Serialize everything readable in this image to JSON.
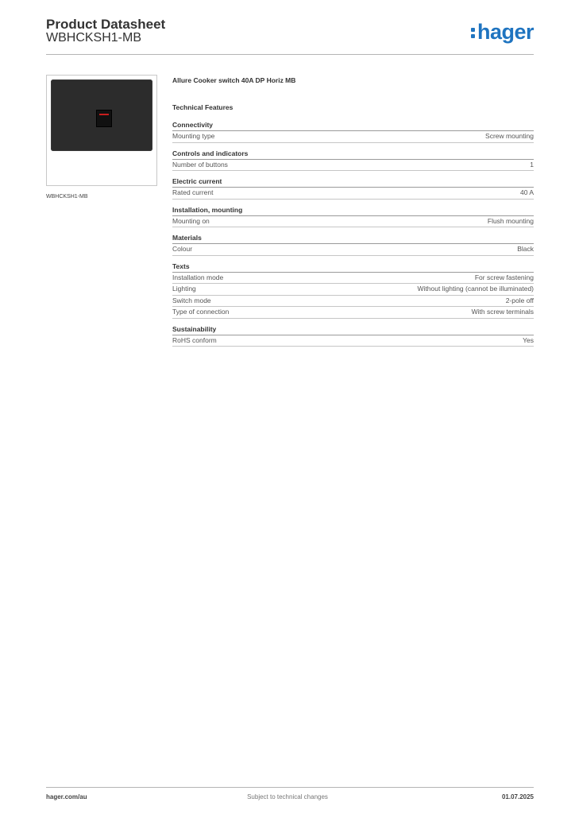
{
  "header": {
    "title": "Product Datasheet",
    "code": "WBHCKSH1-MB",
    "logo_text": "hager",
    "brand_color": "#1f74c0"
  },
  "image": {
    "caption": "WBHCKSH1-MB",
    "plate_color": "#2c2c2c",
    "led_color": "#c81e1e"
  },
  "product_name": "Allure Cooker switch 40A DP  Horiz MB",
  "features_heading": "Technical Features",
  "groups": [
    {
      "title": "Connectivity",
      "rows": [
        {
          "label": "Mounting type",
          "value": "Screw mounting"
        }
      ]
    },
    {
      "title": "Controls and indicators",
      "rows": [
        {
          "label": "Number of buttons",
          "value": "1"
        }
      ]
    },
    {
      "title": "Electric current",
      "rows": [
        {
          "label": "Rated current",
          "value": "40 A"
        }
      ]
    },
    {
      "title": "Installation, mounting",
      "rows": [
        {
          "label": "Mounting on",
          "value": "Flush mounting"
        }
      ]
    },
    {
      "title": "Materials",
      "rows": [
        {
          "label": "Colour",
          "value": "Black"
        }
      ]
    },
    {
      "title": "Texts",
      "rows": [
        {
          "label": "Installation mode",
          "value": "For screw fastening"
        },
        {
          "label": "Lighting",
          "value": "Without lighting (cannot be illuminated)"
        },
        {
          "label": "Switch mode",
          "value": "2-pole off"
        },
        {
          "label": "Type of connection",
          "value": "With screw terminals"
        }
      ]
    },
    {
      "title": "Sustainability",
      "rows": [
        {
          "label": "RoHS conform",
          "value": "Yes"
        }
      ]
    }
  ],
  "footer": {
    "website": "hager.com/au",
    "notice": "Subject to technical changes",
    "date": "01.07.2025"
  }
}
